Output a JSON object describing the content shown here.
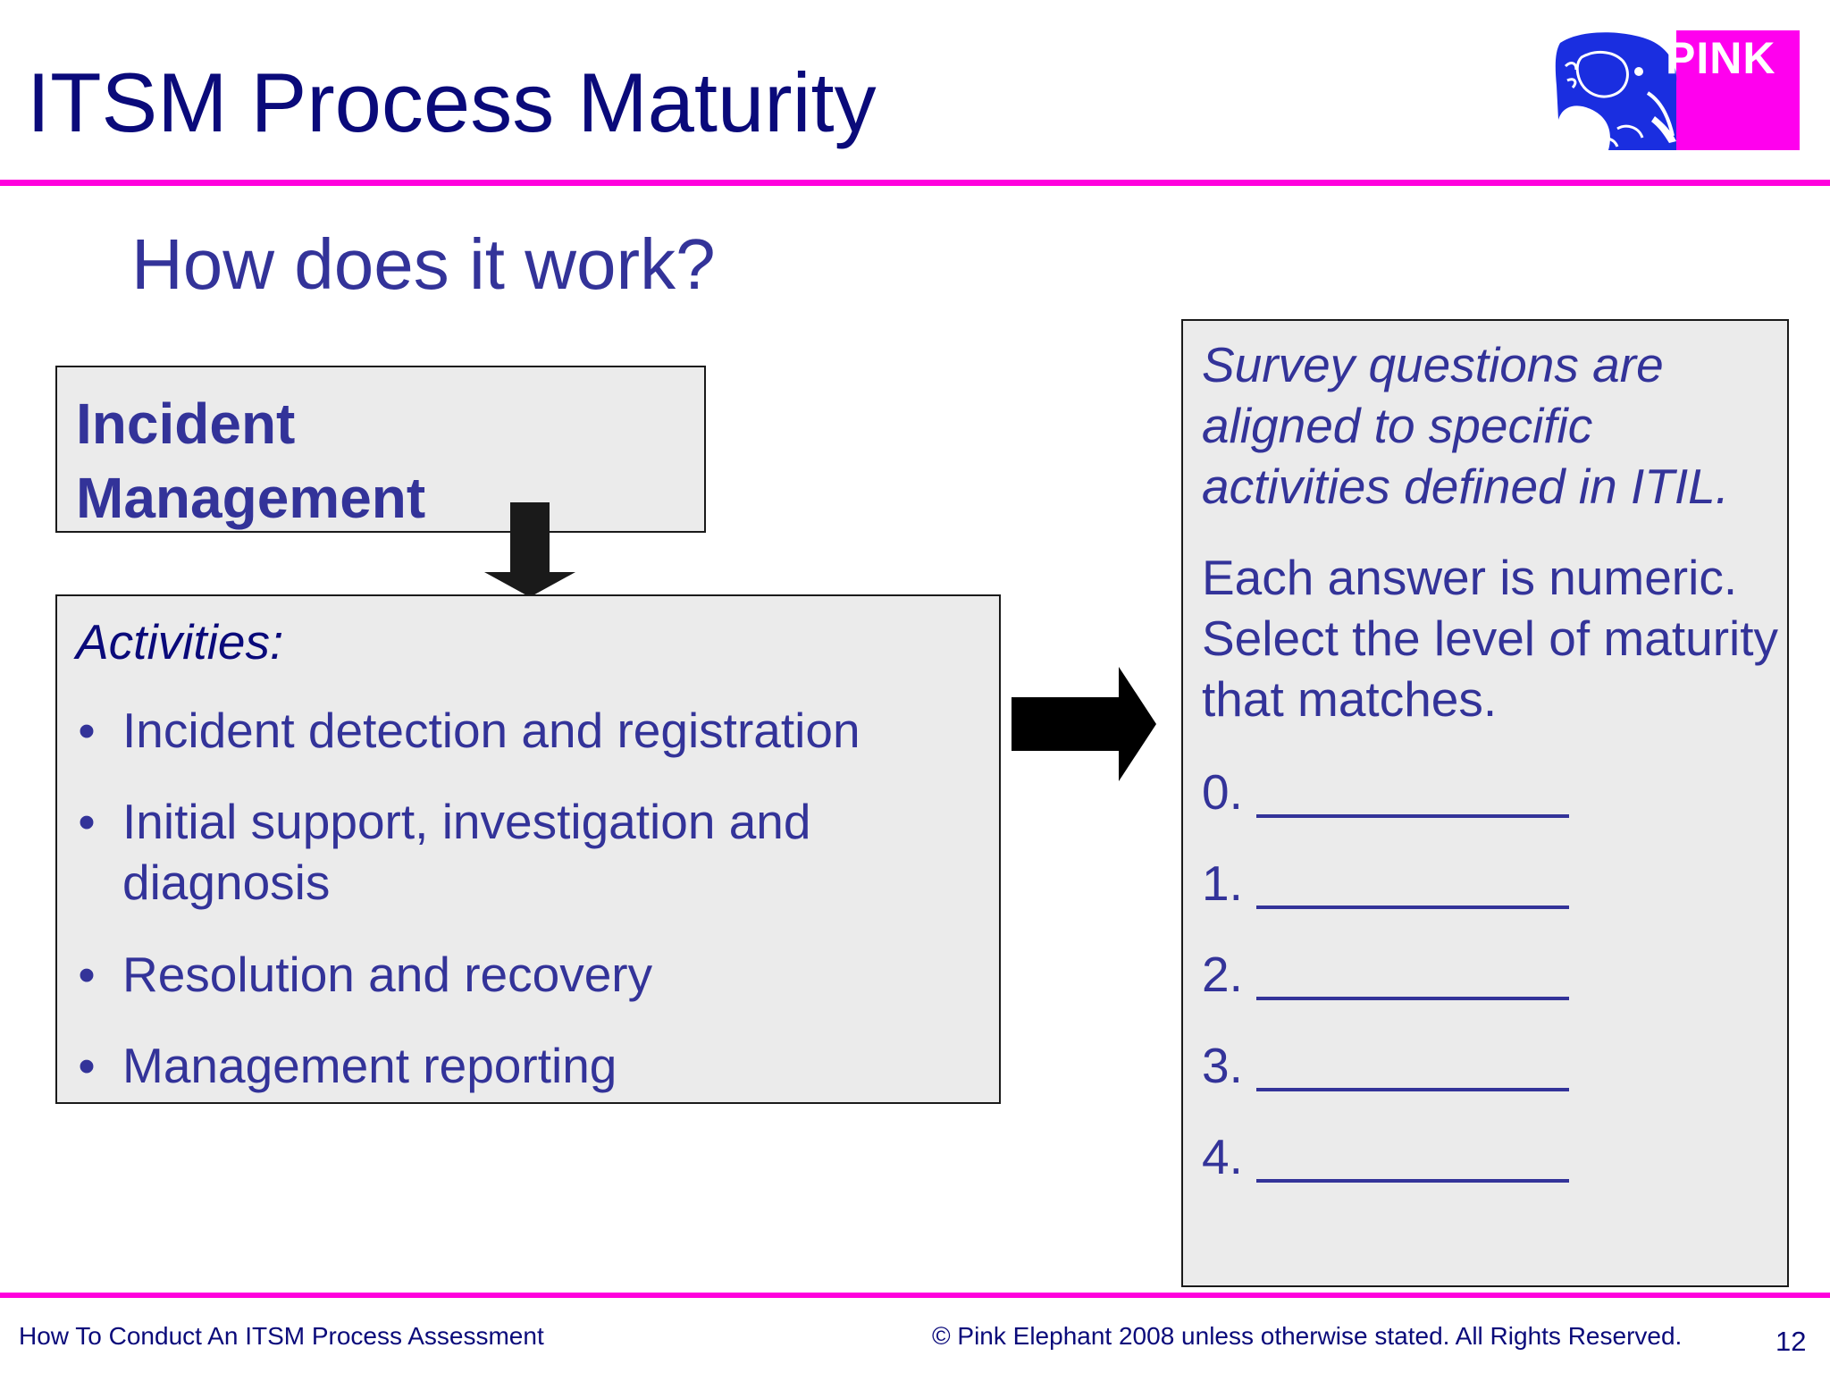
{
  "slide": {
    "title": "ITSM Process Maturity",
    "subtitle": "How does it work?"
  },
  "logo": {
    "text": "PINK",
    "icon": "elephant-icon",
    "colors": {
      "blue": "#1a2ee0",
      "magenta": "#ff00ee"
    }
  },
  "process": {
    "name": "Incident Management"
  },
  "activities": {
    "heading": "Activities:",
    "items": [
      {
        "bullet": "•",
        "text": "Incident detection and registration"
      },
      {
        "bullet": "•",
        "text": "Initial support, investigation and diagnosis"
      },
      {
        "bullet": "•",
        "text": "Resolution and recovery"
      },
      {
        "bullet": "•",
        "text": "Management reporting"
      }
    ]
  },
  "survey": {
    "note": "Survey questions are aligned to specific activities defined in ITIL.",
    "instruction": "Each answer is numeric. Select the level of maturity that matches.",
    "levels": [
      {
        "number": "0."
      },
      {
        "number": "1."
      },
      {
        "number": "2."
      },
      {
        "number": "3."
      },
      {
        "number": "4."
      }
    ]
  },
  "footer": {
    "left": "How To Conduct An ITSM Process Assessment",
    "copyright": "© Pink Elephant 2008 unless otherwise stated. All Rights Reserved.",
    "page_number": "12"
  },
  "colors": {
    "title": "#0a0a7a",
    "text": "#333399",
    "accent_rule": "#ff00dd",
    "box_fill": "#ebebeb",
    "arrow": "#000000"
  }
}
